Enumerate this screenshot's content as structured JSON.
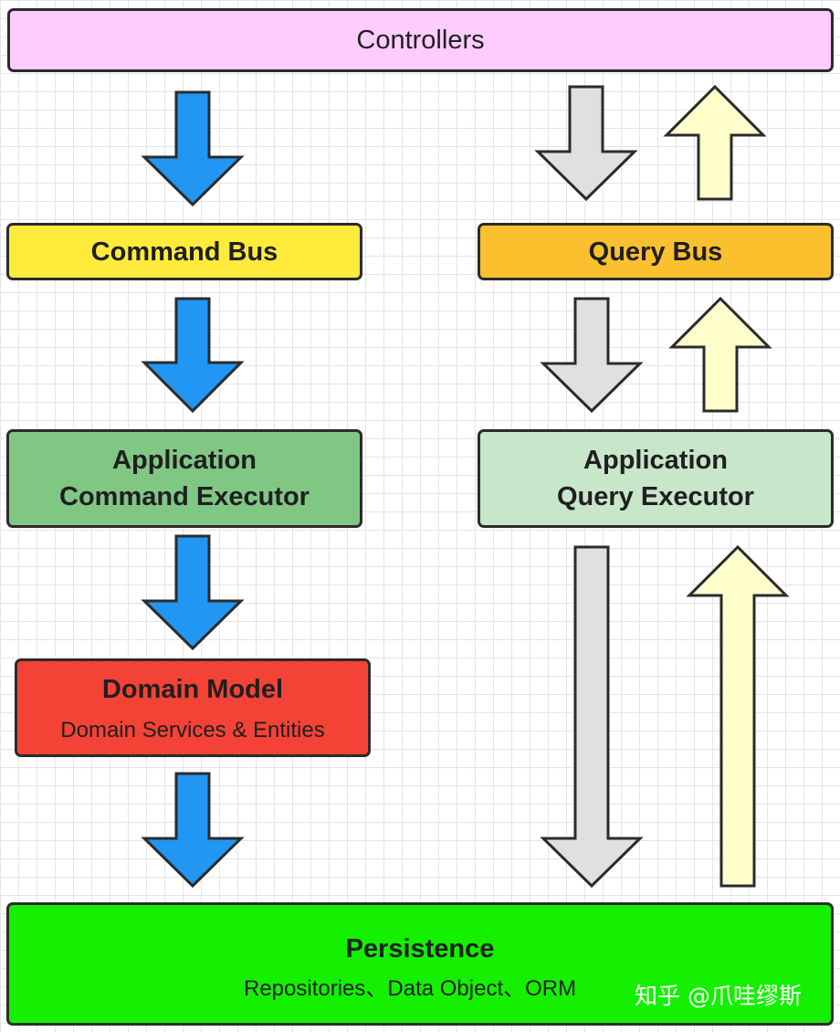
{
  "diagram": {
    "controllers": {
      "label": "Controllers"
    },
    "command_bus": {
      "label": "Command Bus"
    },
    "query_bus": {
      "label": "Query Bus"
    },
    "application_command_executor": {
      "label": "Application\nCommand Executor"
    },
    "application_query_executor": {
      "label": "Application\nQuery Executor"
    },
    "domain_model": {
      "label": "Domain Model",
      "sublabel": "Domain Services & Entities"
    },
    "persistence": {
      "label": "Persistence",
      "sublabel": "Repositories、Data Object、ORM"
    }
  },
  "watermark": "知乎 @爪哇缪斯",
  "colors": {
    "command_arrow": "#2196f3",
    "query_down_arrow": "#e0e0e0",
    "query_up_arrow": "#ffffcc",
    "controllers": "#ffccff",
    "command_bus": "#ffeb3b",
    "query_bus": "#fbc02d",
    "application_command_executor": "#81c784",
    "application_query_executor": "#c8e6c9",
    "domain_model": "#f44336",
    "persistence": "#14f000",
    "outline": "#2b2b2b",
    "grid": "#e4e4e4"
  },
  "arrows": [
    {
      "from": "controllers",
      "to": "command_bus",
      "kind": "command",
      "direction": "down"
    },
    {
      "from": "command_bus",
      "to": "application_command_executor",
      "kind": "command",
      "direction": "down"
    },
    {
      "from": "application_command_executor",
      "to": "domain_model",
      "kind": "command",
      "direction": "down"
    },
    {
      "from": "domain_model",
      "to": "persistence",
      "kind": "command",
      "direction": "down"
    },
    {
      "from": "controllers",
      "to": "query_bus",
      "kind": "query-request",
      "direction": "down"
    },
    {
      "from": "query_bus",
      "to": "controllers",
      "kind": "query-response",
      "direction": "up"
    },
    {
      "from": "query_bus",
      "to": "application_query_executor",
      "kind": "query-request",
      "direction": "down"
    },
    {
      "from": "application_query_executor",
      "to": "query_bus",
      "kind": "query-response",
      "direction": "up"
    },
    {
      "from": "application_query_executor",
      "to": "persistence",
      "kind": "query-request",
      "direction": "down"
    },
    {
      "from": "persistence",
      "to": "application_query_executor",
      "kind": "query-response",
      "direction": "up"
    }
  ]
}
